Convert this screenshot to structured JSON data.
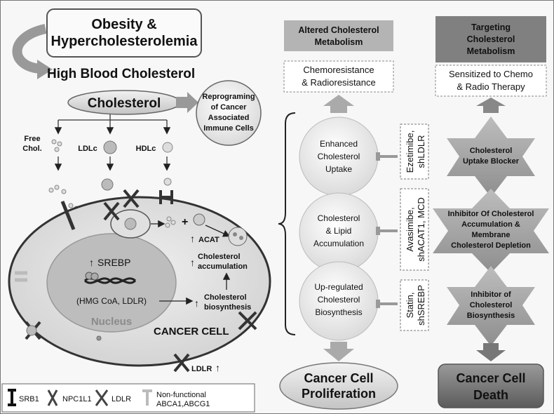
{
  "left": {
    "obesity": [
      "Obesity &",
      "Hypercholesterolemia"
    ],
    "high_blood": "High Blood Cholesterol",
    "cholesterol": "Cholesterol",
    "reprogram": [
      "Reprograming",
      "of Cancer",
      "Associated",
      "Immune Cells"
    ],
    "free_chol": [
      "Free",
      "Chol."
    ],
    "ldlc": "LDLc",
    "hdlc": "HDLc",
    "plus": "+",
    "acat": "ACAT",
    "chol_accum": [
      "Cholesterol",
      "accumulation"
    ],
    "srebp": "SREBP",
    "hmg": "(HMG CoA, LDLR)",
    "chol_bio": [
      "Cholesterol",
      "biosynthesis"
    ],
    "nucleus": "Nucleus",
    "cancer_cell": "CANCER CELL",
    "ldlr_bottom": "LDLR"
  },
  "legend": {
    "srb1": "SRB1",
    "npc1l1": "NPC1L1",
    "ldlr": "LDLR",
    "nonfunc": [
      "Non-functional",
      "ABCA1,ABCG1"
    ]
  },
  "middle": {
    "header": [
      "Altered Cholesterol",
      "Metabolism"
    ],
    "outcome": [
      "Chemoresistance",
      "& Radioresistance"
    ],
    "circles": [
      [
        "Enhanced",
        "Cholesterol",
        "Uptake"
      ],
      [
        "Cholesterol",
        "& Lipid",
        "Accumulation"
      ],
      [
        "Up-regulated",
        "Cholesterol",
        "Biosynthesis"
      ]
    ],
    "final": [
      "Cancer Cell",
      "Proliferation"
    ]
  },
  "drugs": [
    [
      "Ezetimibe,",
      "shLDLR"
    ],
    [
      "Avasimibe,",
      "shACAT1, MCD"
    ],
    [
      "Statin,",
      "shSREBP"
    ]
  ],
  "right": {
    "header": [
      "Targeting",
      "Cholesterol",
      "Metabolism"
    ],
    "outcome": [
      "Sensitized to Chemo",
      "& Radio Therapy"
    ],
    "stars": [
      [
        "Cholesterol",
        "Uptake Blocker"
      ],
      [
        "Inhibitor Of Cholesterol",
        "Accumulation &",
        "Membrane",
        "Cholesterol Depletion"
      ],
      [
        "Inhibitor of",
        "Cholesterol",
        "Biosynthesis"
      ]
    ],
    "final": [
      "Cancer Cell",
      "Death"
    ]
  }
}
